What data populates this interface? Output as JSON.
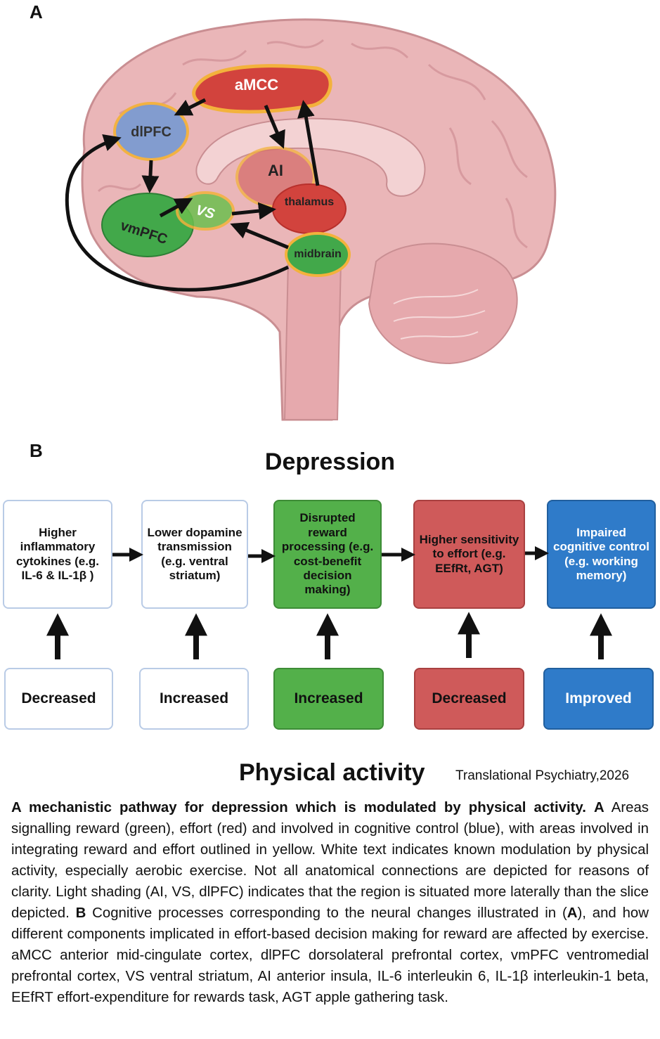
{
  "panel_a_label": "A",
  "panel_b_label": "B",
  "brain_regions": {
    "amcc": "aMCC",
    "dlpfc": "dlPFC",
    "ai": "AI",
    "thalamus": "thalamus",
    "vs": "VS",
    "vmpfc": "vmPFC",
    "midbrain": "midbrain"
  },
  "colors": {
    "reward": "#53b04a",
    "effort": "#cf5a5a",
    "cognitive_control": "#2f7bc9",
    "integration_outline": "#f3b23c",
    "brain": "#eab6b8"
  },
  "pathway": {
    "title": "Depression",
    "footer": "Physical activity",
    "steps": [
      {
        "text": "Higher inflammatory cytokines (e.g. IL-6 & IL-1β )",
        "effect": "Decreased",
        "color": "white"
      },
      {
        "text": "Lower dopamine transmission (e.g. ventral striatum)",
        "effect": "Increased",
        "color": "white"
      },
      {
        "text": "Disrupted reward processing (e.g. cost-benefit decision making)",
        "effect": "Increased",
        "color": "green"
      },
      {
        "text": "Higher sensitivity to effort (e.g. EEfRt, AGT)",
        "effect": "Decreased",
        "color": "red"
      },
      {
        "text": "Impaired cognitive control (e.g. working memory)",
        "effect": "Improved",
        "color": "blue"
      }
    ]
  },
  "journal": "Translational Psychiatry,2026",
  "caption": {
    "title": "A mechanistic pathway for depression which is modulated by physical activity.",
    "a_label": "A",
    "a_text": "Areas signalling reward (green), effort (red) and involved in cognitive control (blue), with areas involved in integrating reward and effort outlined in yellow. White text indicates known modulation by physical activity, especially aerobic exercise. Not all anatomical connections are depicted for reasons of clarity. Light shading (AI, VS, dlPFC) indicates that the region is situated more laterally than the slice depicted.",
    "b_label": "B",
    "b_text_1": "Cognitive processes corresponding to the neural changes illustrated in (",
    "b_ref": "A",
    "b_text_2": "), and how different components implicated in effort-based decision making for reward are affected by exercise. aMCC anterior mid-cingulate cortex, dlPFC dorsolateral prefrontal cortex, vmPFC ventromedial prefrontal cortex, VS ventral striatum, AI anterior insula, IL-6 interleukin 6, IL-1β interleukin-1 beta, EEfRT effort-expenditure for rewards task, AGT apple gathering task."
  }
}
